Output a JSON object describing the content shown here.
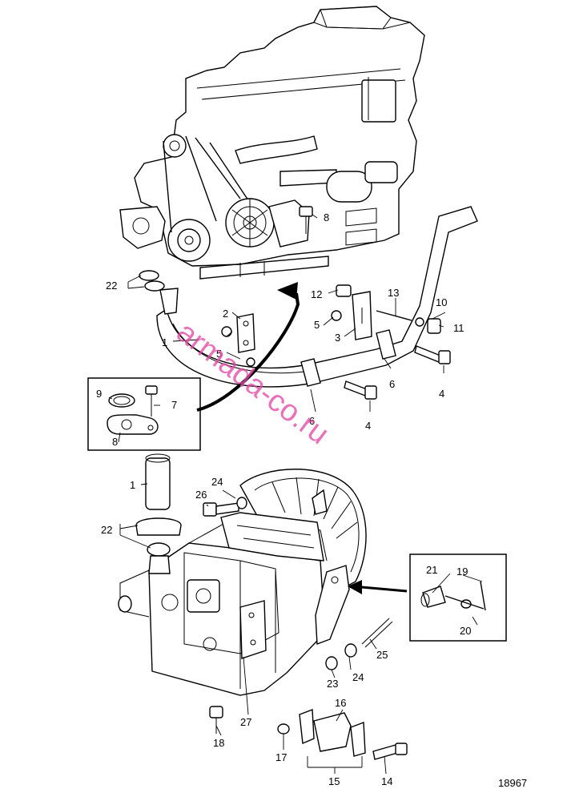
{
  "figure_number": "18967",
  "watermark": "armada-co.ru",
  "colors": {
    "watermark": "#e34aa6",
    "line": "#000000",
    "background": "#ffffff"
  },
  "callouts": {
    "c1a": "1",
    "c2": "2",
    "c3": "3",
    "c4a": "4",
    "c4b": "4",
    "c5a": "5",
    "c5b": "5",
    "c6a": "6",
    "c6b": "6",
    "c7": "7",
    "c8a": "8",
    "c8b": "8",
    "c9": "9",
    "c10": "10",
    "c11": "11",
    "c12": "12",
    "c13": "13",
    "c22a": "22",
    "c1b": "1",
    "c22b": "22",
    "c24a": "24",
    "c26": "26",
    "c21": "21",
    "c19": "19",
    "c20": "20",
    "c25": "25",
    "c24b": "24",
    "c23": "23",
    "c16": "16",
    "c18": "18",
    "c27": "27",
    "c17": "17",
    "c15": "15",
    "c14": "14"
  }
}
